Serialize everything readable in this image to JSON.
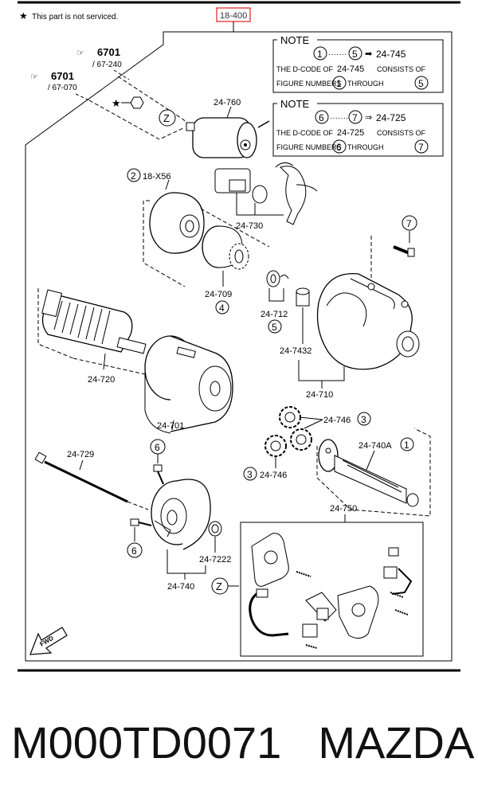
{
  "header": {
    "not_serviced_note": "This part is not serviced.",
    "figure_ref": "18-400"
  },
  "refs": [
    {
      "code": "6701",
      "sub": "/ 67-240"
    },
    {
      "code": "6701",
      "sub": "/ 67-070"
    }
  ],
  "notes": [
    {
      "title": "NOTE",
      "range_from": "1",
      "range_to": "5",
      "target": "24-745",
      "line1_pre": "THE D-CODE OF",
      "line1_code": "24-745",
      "line1_post": "CONSISTS OF",
      "line2_pre": "FIGURE NUMBERS",
      "line2_mid": "THROUGH",
      "from": "1",
      "to": "5"
    },
    {
      "title": "NOTE",
      "range_from": "6",
      "range_to": "7",
      "target": "24-725",
      "line1_pre": "THE D-CODE OF",
      "line1_code": "24-725",
      "line1_post": "CONSISTS OF",
      "line2_pre": "FIGURE NUMBERS",
      "line2_mid": "THROUGH",
      "from": "6",
      "to": "7"
    }
  ],
  "parts": {
    "p24_760": "24-760",
    "p18_x56": "18-X56",
    "p18_x56_num": "2",
    "p24_730": "24-730",
    "p24_709": "24-709",
    "p24_709_num": "4",
    "p24_712": "24-712",
    "p24_712_num": "5",
    "p24_7432": "24-7432",
    "p24_720": "24-720",
    "p24_710": "24-710",
    "p24_701": "24-701",
    "p24_746a": "24-746",
    "p24_746a_num": "3",
    "p24_746b": "24-746",
    "p24_746b_num": "3",
    "p24_740a": "24-740A",
    "p24_740a_num": "1",
    "p24_729": "24-729",
    "p24_750": "24-750",
    "p24_7222": "24-7222",
    "p24_740": "24-740",
    "callout_6_top": "6",
    "callout_6_bottom": "6",
    "callout_7": "7",
    "callout_z_top": "Z",
    "callout_z_bottom": "Z",
    "fwd": "FWD"
  },
  "footer": {
    "part_number": "M000TD0071",
    "brand": "MAZDA"
  }
}
